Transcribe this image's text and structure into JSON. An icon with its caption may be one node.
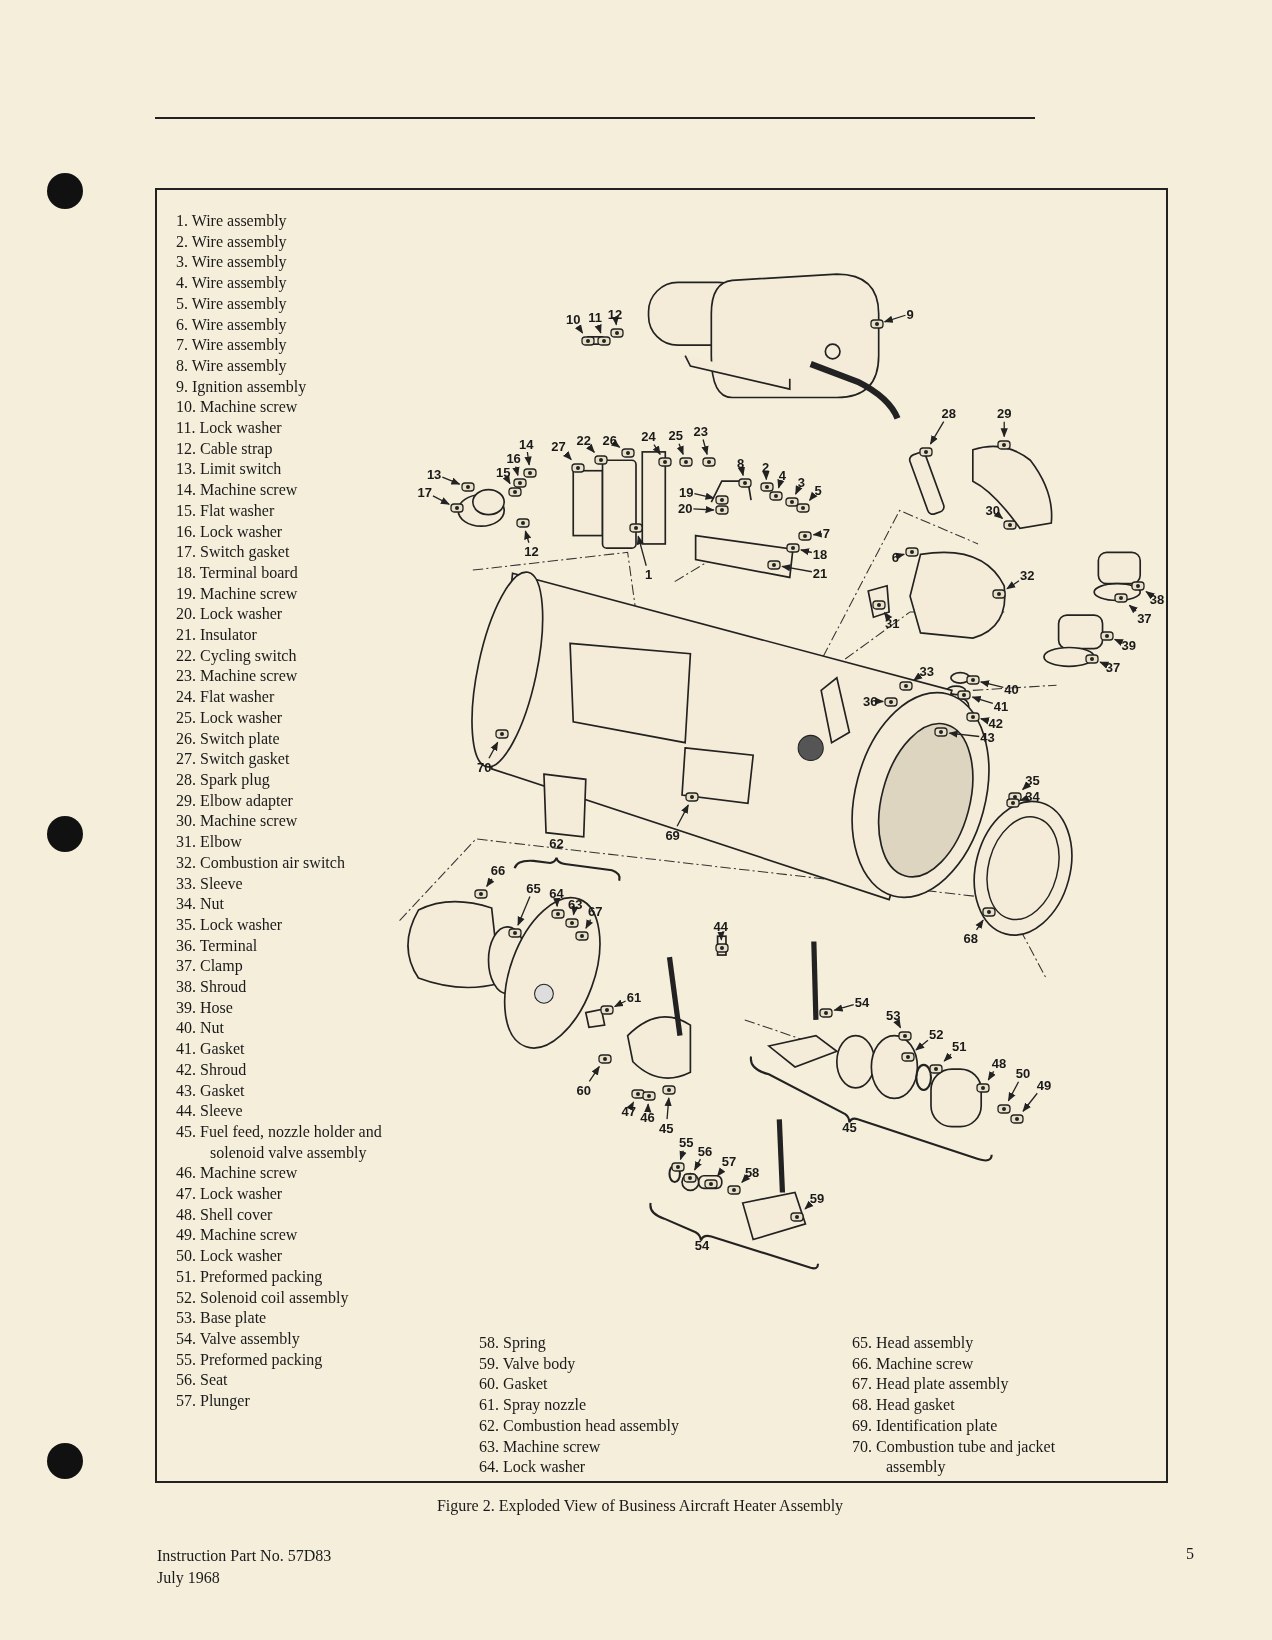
{
  "diagram": {
    "caption": "Figure 2.  Exploded View of Business Aircraft Heater Assembly",
    "nodes": [
      {
        "text": [
          "10"
        ]
      },
      {
        "text": [
          "11"
        ]
      },
      {
        "text": [
          "12"
        ]
      },
      {
        "text": [
          "9"
        ]
      },
      {
        "text": [
          "14"
        ]
      },
      {
        "text": [
          "16"
        ]
      },
      {
        "text": [
          "15"
        ]
      },
      {
        "text": [
          "13"
        ]
      },
      {
        "text": [
          "17"
        ]
      },
      {
        "text": [
          "12"
        ]
      },
      {
        "text": [
          "27"
        ]
      },
      {
        "text": [
          "22"
        ]
      },
      {
        "text": [
          "26"
        ]
      },
      {
        "text": [
          "24"
        ]
      },
      {
        "text": [
          "25"
        ]
      },
      {
        "text": [
          "23"
        ]
      },
      {
        "text": [
          "8"
        ]
      },
      {
        "text": [
          "2"
        ]
      },
      {
        "text": [
          "4"
        ]
      },
      {
        "text": [
          "3"
        ]
      },
      {
        "text": [
          "5"
        ]
      },
      {
        "text": [
          "19"
        ]
      },
      {
        "text": [
          "20"
        ]
      },
      {
        "text": [
          "7"
        ]
      },
      {
        "text": [
          "18"
        ]
      },
      {
        "text": [
          "21"
        ]
      },
      {
        "text": [
          "1"
        ]
      },
      {
        "text": [
          "28"
        ]
      },
      {
        "text": [
          "29"
        ]
      },
      {
        "text": [
          "30"
        ]
      },
      {
        "text": [
          "6"
        ]
      },
      {
        "text": [
          "32"
        ]
      },
      {
        "text": [
          "31"
        ]
      },
      {
        "text": [
          "38"
        ]
      },
      {
        "text": [
          "37"
        ]
      },
      {
        "text": [
          "39"
        ]
      },
      {
        "text": [
          "37"
        ]
      },
      {
        "text": [
          "33"
        ]
      },
      {
        "text": [
          "40"
        ]
      },
      {
        "text": [
          "41"
        ]
      },
      {
        "text": [
          "36"
        ]
      },
      {
        "text": [
          "42"
        ]
      },
      {
        "text": [
          "43"
        ]
      },
      {
        "text": [
          "70"
        ]
      },
      {
        "text": [
          "69"
        ]
      },
      {
        "text": [
          "35"
        ]
      },
      {
        "text": [
          "34"
        ]
      },
      {
        "text": [
          "66"
        ]
      },
      {
        "text": [
          "65"
        ]
      },
      {
        "text": [
          "64"
        ]
      },
      {
        "text": [
          "63"
        ]
      },
      {
        "text": [
          "67"
        ]
      },
      {
        "text": [
          "44"
        ]
      },
      {
        "text": [
          "68"
        ]
      },
      {
        "text": [
          "54"
        ]
      },
      {
        "text": [
          "53"
        ]
      },
      {
        "text": [
          "52"
        ]
      },
      {
        "text": [
          "51"
        ]
      },
      {
        "text": [
          "48"
        ]
      },
      {
        "text": [
          "50"
        ]
      },
      {
        "text": [
          "49"
        ]
      },
      {
        "text": [
          "61"
        ]
      },
      {
        "text": [
          "60"
        ]
      },
      {
        "text": [
          "47"
        ]
      },
      {
        "text": [
          "46"
        ]
      },
      {
        "text": [
          "45"
        ]
      },
      {
        "text": [
          "55"
        ]
      },
      {
        "text": [
          "56"
        ]
      },
      {
        "text": [
          "57"
        ]
      },
      {
        "text": [
          "58"
        ]
      },
      {
        "text": [
          "59"
        ]
      },
      {
        "text": [],
        "shape": "picture"
      },
      {
        "text": [],
        "shape": "picture"
      },
      {
        "text": [],
        "shape": "picture"
      },
      {
        "text": [],
        "shape": "picture"
      },
      {
        "text": [],
        "shape": "picture"
      },
      {
        "text": [],
        "shape": "picture"
      },
      {
        "text": [],
        "shape": "picture"
      },
      {
        "text": [],
        "shape": "picture"
      },
      {
        "text": [],
        "shape": "picture"
      },
      {
        "text": [],
        "shape": "picture"
      },
      {
        "text": [],
        "shape": "picture"
      },
      {
        "text": [],
        "shape": "picture"
      },
      {
        "text": [],
        "shape": "picture"
      },
      {
        "text": [],
        "shape": "picture"
      },
      {
        "text": [],
        "shape": "picture"
      },
      {
        "text": [],
        "shape": "picture"
      },
      {
        "text": [],
        "shape": "picture"
      },
      {
        "text": [],
        "shape": "picture"
      },
      {
        "text": [],
        "shape": "picture"
      },
      {
        "text": [],
        "shape": "picture"
      },
      {
        "text": [],
        "shape": "picture"
      },
      {
        "text": [],
        "shape": "picture"
      },
      {
        "text": [],
        "shape": "picture"
      },
      {
        "text": [],
        "shape": "picture"
      },
      {
        "text": [],
        "shape": "picture"
      },
      {
        "text": [],
        "shape": "picture"
      },
      {
        "text": [],
        "shape": "picture"
      },
      {
        "text": [],
        "shape": "picture"
      },
      {
        "text": [],
        "shape": "picture"
      },
      {
        "text": [],
        "shape": "picture"
      },
      {
        "text": [],
        "shape": "picture"
      },
      {
        "text": [],
        "shape": "picture"
      },
      {
        "text": [],
        "shape": "picture"
      },
      {
        "text": [],
        "shape": "picture"
      },
      {
        "text": [],
        "shape": "picture"
      },
      {
        "text": [],
        "shape": "picture"
      },
      {
        "text": [],
        "shape": "picture"
      },
      {
        "text": [],
        "shape": "picture"
      },
      {
        "text": [],
        "shape": "picture"
      },
      {
        "text": [],
        "shape": "picture"
      },
      {
        "text": [],
        "shape": "picture"
      },
      {
        "text": [],
        "shape": "picture"
      },
      {
        "text": [],
        "shape": "picture"
      },
      {
        "text": [],
        "shape": "picture"
      },
      {
        "text": [],
        "shape": "picture"
      },
      {
        "text": [],
        "shape": "picture"
      },
      {
        "text": [],
        "shape": "picture"
      },
      {
        "text": [],
        "shape": "picture"
      },
      {
        "text": [],
        "shape": "picture"
      },
      {
        "text": [],
        "shape": "picture"
      },
      {
        "text": [],
        "shape": "picture"
      },
      {
        "text": [],
        "shape": "picture"
      },
      {
        "text": [],
        "shape": "picture"
      },
      {
        "text": [],
        "shape": "picture"
      },
      {
        "text": [],
        "shape": "picture"
      },
      {
        "text": [],
        "shape": "picture"
      },
      {
        "text": [],
        "shape": "picture"
      },
      {
        "text": [],
        "shape": "picture"
      },
      {
        "text": [],
        "shape": "picture"
      },
      {
        "text": [],
        "shape": "picture"
      },
      {
        "text": [],
        "shape": "picture"
      },
      {
        "text": [],
        "shape": "picture"
      },
      {
        "text": [],
        "shape": "picture"
      },
      {
        "text": [],
        "shape": "picture"
      },
      {
        "text": [],
        "shape": "picture"
      },
      {
        "text": [],
        "shape": "picture"
      },
      {
        "text": [],
        "shape": "picture"
      },
      {
        "text": [],
        "shape": "picture"
      },
      {
        "text": [],
        "shape": "picture"
      },
      {
        "text": [],
        "shape": "picture"
      },
      {
        "text": [],
        "shape": "picture"
      }
    ],
    "edges": [
      {
        "from": 0,
        "to": 71,
        "arrow": "to"
      },
      {
        "from": 1,
        "to": 72,
        "arrow": "to"
      },
      {
        "from": 2,
        "to": 73,
        "arrow": "to"
      },
      {
        "from": 3,
        "to": 74,
        "arrow": "to"
      },
      {
        "from": 4,
        "to": 75,
        "arrow": "to"
      },
      {
        "from": 5,
        "to": 76,
        "arrow": "to"
      },
      {
        "from": 6,
        "to": 77,
        "arrow": "to"
      },
      {
        "from": 7,
        "to": 78,
        "arrow": "to"
      },
      {
        "from": 8,
        "to": 79,
        "arrow": "to"
      },
      {
        "from": 9,
        "to": 80,
        "arrow": "to"
      },
      {
        "from": 10,
        "to": 81,
        "arrow": "to"
      },
      {
        "from": 11,
        "to": 82,
        "arrow": "to"
      },
      {
        "from": 12,
        "to": 83,
        "arrow": "to"
      },
      {
        "from": 13,
        "to": 84,
        "arrow": "to"
      },
      {
        "from": 14,
        "to": 85,
        "arrow": "to"
      },
      {
        "from": 15,
        "to": 86,
        "arrow": "to"
      },
      {
        "from": 16,
        "to": 87,
        "arrow": "to"
      },
      {
        "from": 17,
        "to": 88,
        "arrow": "to"
      },
      {
        "from": 18,
        "to": 89,
        "arrow": "to"
      },
      {
        "from": 19,
        "to": 90,
        "arrow": "to"
      },
      {
        "from": 20,
        "to": 91,
        "arrow": "to"
      },
      {
        "from": 21,
        "to": 92,
        "arrow": "to"
      },
      {
        "from": 22,
        "to": 93,
        "arrow": "to"
      },
      {
        "from": 23,
        "to": 94,
        "arrow": "to"
      },
      {
        "from": 24,
        "to": 95,
        "arrow": "to"
      },
      {
        "from": 25,
        "to": 96,
        "arrow": "to"
      },
      {
        "from": 26,
        "to": 97,
        "arrow": "to"
      },
      {
        "from": 27,
        "to": 98,
        "arrow": "to"
      },
      {
        "from": 28,
        "to": 99,
        "arrow": "to"
      },
      {
        "from": 29,
        "to": 100,
        "arrow": "to"
      },
      {
        "from": 30,
        "to": 101,
        "arrow": "to"
      },
      {
        "from": 31,
        "to": 102,
        "arrow": "to"
      },
      {
        "from": 32,
        "to": 103,
        "arrow": "to"
      },
      {
        "from": 33,
        "to": 104,
        "arrow": "to"
      },
      {
        "from": 34,
        "to": 105,
        "arrow": "to"
      },
      {
        "from": 35,
        "to": 106,
        "arrow": "to"
      },
      {
        "from": 36,
        "to": 107,
        "arrow": "to"
      },
      {
        "from": 37,
        "to": 108,
        "arrow": "to"
      },
      {
        "from": 38,
        "to": 109,
        "arrow": "to"
      },
      {
        "from": 39,
        "to": 110,
        "arrow": "to"
      },
      {
        "from": 40,
        "to": 111,
        "arrow": "to"
      },
      {
        "from": 41,
        "to": 112,
        "arrow": "to"
      },
      {
        "from": 42,
        "to": 113,
        "arrow": "to"
      },
      {
        "from": 43,
        "to": 114,
        "arrow": "to"
      },
      {
        "from": 44,
        "to": 115,
        "arrow": "to"
      },
      {
        "from": 45,
        "to": 116,
        "arrow": "to"
      },
      {
        "from": 46,
        "to": 117,
        "arrow": "to"
      },
      {
        "from": 47,
        "to": 118,
        "arrow": "to"
      },
      {
        "from": 48,
        "to": 119,
        "arrow": "to"
      },
      {
        "from": 49,
        "to": 120,
        "arrow": "to"
      },
      {
        "from": 50,
        "to": 121,
        "arrow": "to"
      },
      {
        "from": 51,
        "to": 122,
        "arrow": "to"
      },
      {
        "from": 52,
        "to": 123,
        "arrow": "to"
      },
      {
        "from": 53,
        "to": 124,
        "arrow": "to"
      },
      {
        "from": 54,
        "to": 125,
        "arrow": "to"
      },
      {
        "from": 55,
        "to": 126,
        "arrow": "to"
      },
      {
        "from": 56,
        "to": 127,
        "arrow": "to"
      },
      {
        "from": 57,
        "to": 128,
        "arrow": "to"
      },
      {
        "from": 58,
        "to": 129,
        "arrow": "to"
      },
      {
        "from": 59,
        "to": 130,
        "arrow": "to"
      },
      {
        "from": 60,
        "to": 131,
        "arrow": "to"
      },
      {
        "from": 61,
        "to": 132,
        "arrow": "to"
      },
      {
        "from": 62,
        "to": 133,
        "arrow": "to"
      },
      {
        "from": 63,
        "to": 134,
        "arrow": "to"
      },
      {
        "from": 64,
        "to": 135,
        "arrow": "to"
      },
      {
        "from": 65,
        "to": 136,
        "arrow": "to"
      },
      {
        "from": 66,
        "to": 137,
        "arrow": "to"
      },
      {
        "from": 67,
        "to": 138,
        "arrow": "to"
      },
      {
        "from": 68,
        "to": 139,
        "arrow": "to"
      },
      {
        "from": 69,
        "to": 140,
        "arrow": "to"
      },
      {
        "from": 70,
        "to": 141,
        "arrow": "to"
      }
    ],
    "labels": [
      "1. Wire assembly",
      "2. Wire assembly",
      "3. Wire assembly",
      "4. Wire assembly",
      "5. Wire assembly",
      "6. Wire assembly",
      "7. Wire assembly",
      "8. Wire assembly",
      "9. Ignition assembly",
      "10. Machine screw",
      "11. Lock washer",
      "12. Cable strap",
      "13. Limit switch",
      "14. Machine screw",
      "15. Flat washer",
      "16. Lock washer",
      "17. Switch gasket",
      "18. Terminal board",
      "19. Machine screw",
      "20. Lock washer",
      "21. Insulator",
      "22. Cycling switch",
      "23. Machine screw",
      "24. Flat washer",
      "25. Lock washer",
      "26. Switch plate",
      "27. Switch gasket",
      "28. Spark plug",
      "29. Elbow adapter",
      "30. Machine screw",
      "31. Elbow",
      "32. Combustion air switch",
      "33. Sleeve",
      "34. Nut",
      "35. Lock washer",
      "36. Terminal",
      "37. Clamp",
      "38. Shroud",
      "39. Hose",
      "40. Nut",
      "41. Gasket",
      "42. Shroud",
      "43. Gasket",
      "44. Sleeve",
      "45. Fuel feed, nozzle holder and solenoid valve assembly",
      "46. Machine screw",
      "47. Lock washer",
      "48. Shell cover",
      "49. Machine screw",
      "50. Lock washer",
      "51. Preformed packing",
      "52. Solenoid coil assembly",
      "53. Base plate",
      "54. Valve assembly",
      "55. Preformed packing",
      "56. Seat",
      "57. Plunger",
      "58. Spring",
      "59. Valve body",
      "60. Gasket",
      "61. Spray nozzle",
      "62. Combustion head assembly",
      "63. Machine screw",
      "64. Lock washer",
      "65. Head assembly",
      "66. Machine screw",
      "67. Head plate assembly",
      "68. Head gasket",
      "69. Identification plate",
      "70. Combustion tube and jacket assembly",
      "62",
      "45",
      "54",
      "Instruction Part No. 57D83",
      "July 1968",
      "5"
    ]
  }
}
